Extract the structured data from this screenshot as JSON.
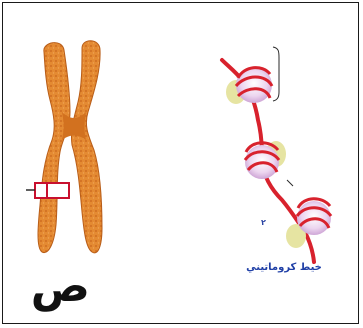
{
  "figure": {
    "letter": "ص",
    "chromatin_label": "خيط كروماتيني",
    "marker_label": "٢",
    "colors": {
      "chromosome": "#e07a25",
      "band": "#c8102e",
      "dna": "#d8222d",
      "nucleosome": "#ecd5ef",
      "linker_blob": "#e6e4a2",
      "label": "#1f3fa6"
    }
  }
}
